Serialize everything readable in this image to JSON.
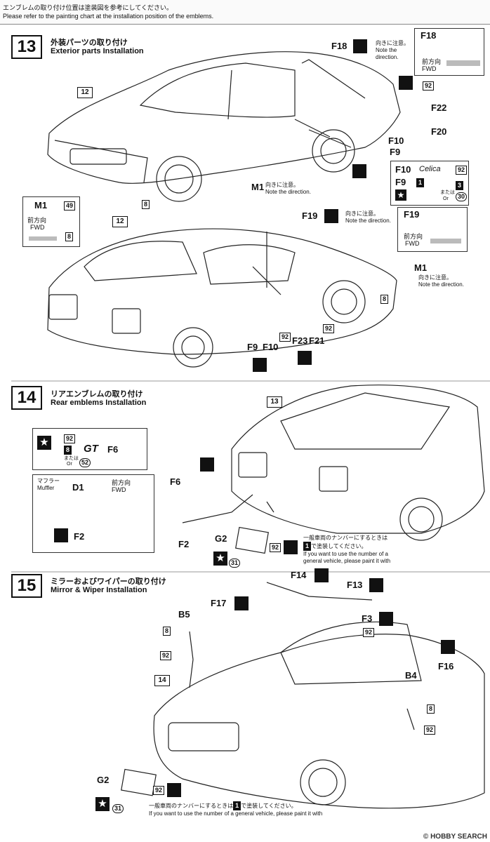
{
  "header": {
    "line_jp": "エンブレムの取り付け位置は塗装図を参考にしてください。",
    "line_en": "Please refer to the painting chart at the installation position of the emblems."
  },
  "step13": {
    "number": "13",
    "title_jp": "外装パーツの取り付け",
    "title_en": "Exterior parts Installation",
    "body_ref": "12",
    "body_ref2": "12",
    "labels": {
      "f18": "F18",
      "f22": "F22",
      "f20": "F20",
      "f10": "F10",
      "f9": "F9",
      "m1": "M1",
      "f19": "F19",
      "m1b": "M1",
      "f23": "F23",
      "f21": "F21",
      "f9b": "F9",
      "f10b": "F10"
    },
    "codes": {
      "c92a": "92",
      "c8a": "8",
      "c8b": "8",
      "c92b": "92",
      "c92c": "92"
    },
    "note_jp": "向きに注意。",
    "note_en1": "Note the",
    "note_en2": "direction.",
    "m1_note_jp": "向きに注意。",
    "m1_note_en": "Note the direction.",
    "f19_note_jp": "向きに注意。",
    "f19_note_en": "Note the direction.",
    "m1b_note_jp": "向きに注意。",
    "m1b_note_en": "Note the direction.",
    "box_f18": {
      "title": "F18",
      "jp": "前方向",
      "en": "FWD"
    },
    "box_f10": {
      "t1": "F10",
      "t2": "F9",
      "c92": "92",
      "c1": "1",
      "c3": "3",
      "or": "または",
      "or_en": "Or",
      "c30": "30",
      "logo": "Celica"
    },
    "box_m1": {
      "title": "M1",
      "c49": "49",
      "c8": "8",
      "jp": "前方向",
      "en": "FWD"
    },
    "box_f19": {
      "title": "F19",
      "jp": "前方向",
      "en": "FWD"
    }
  },
  "step14": {
    "number": "14",
    "title_jp": "リアエンブレムの取り付け",
    "title_en": "Rear emblems Installation",
    "body_ref": "13",
    "box_gt": {
      "c92": "92",
      "c8": "8",
      "or": "または",
      "or_en": "Or",
      "c52": "52",
      "gt": "GT",
      "part": "F6"
    },
    "box_muffler": {
      "jp": "マフラー",
      "en": "Muffler",
      "d1": "D1",
      "f2": "F2",
      "fwd_jp": "前方向",
      "fwd_en": "FWD"
    },
    "labels": {
      "f6": "F6",
      "f2": "F2",
      "g2": "G2"
    },
    "codes": {
      "c92": "92",
      "c31": "31",
      "c1": "1"
    },
    "note_jp": "一般車両のナンバーにするときは",
    "note_jp2": "で塗装してください。",
    "note_en1": "If you want to use the number of a",
    "note_en2": "general vehicle, please paint it with"
  },
  "step15": {
    "number": "15",
    "title_jp": "ミラーおよびワイパーの取り付け",
    "title_en": "Mirror & Wiper Installation",
    "body_ref": "14",
    "labels": {
      "f14": "F14",
      "f13": "F13",
      "f17": "F17",
      "b5": "B5",
      "f3": "F3",
      "f16": "F16",
      "b4": "B4",
      "g2": "G2"
    },
    "codes": {
      "c8a": "8",
      "c92a": "92",
      "c92b": "92",
      "c8b": "8",
      "c92c": "92",
      "c92d": "92",
      "c31": "31",
      "c1": "1"
    },
    "note_jp": "一般車両のナンバーにするときは",
    "note_jp2": "で塗装してください。",
    "note_en": "If you want to use the number of a general vehicle, please paint it with"
  },
  "footer": {
    "watermark": "HOBBY SEARCH",
    "copyright": "©"
  }
}
